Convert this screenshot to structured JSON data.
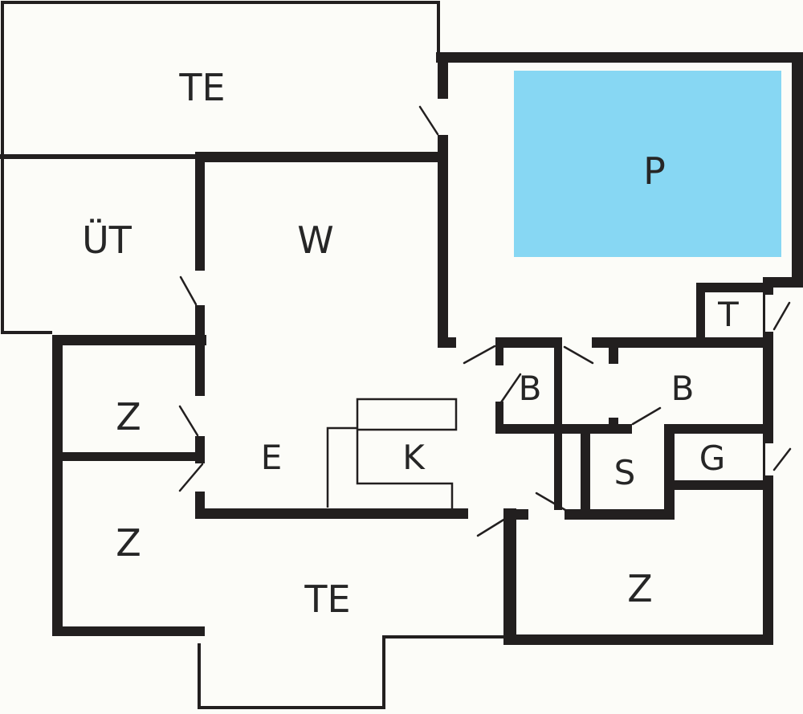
{
  "palette": {
    "background": "#fcfcf8",
    "wall": "#221f1f",
    "label": "#262626"
  },
  "pool": {
    "color": "#87d7f3"
  },
  "rooms": {
    "terrace_top": {
      "label": "TE"
    },
    "covered_terrace": {
      "label": "ÜT"
    },
    "living": {
      "label": "W"
    },
    "pool_room": {
      "label": "P"
    },
    "bedroom1": {
      "label": "Z"
    },
    "bedroom2": {
      "label": "Z"
    },
    "entry": {
      "label": "E"
    },
    "kitchen": {
      "label": "K"
    },
    "bath1": {
      "label": "B"
    },
    "bath2": {
      "label": "B"
    },
    "sauna": {
      "label": "S"
    },
    "guest_wc": {
      "label": "G"
    },
    "tech": {
      "label": "T"
    },
    "terrace_bottom": {
      "label": "TE"
    },
    "bedroom3": {
      "label": "Z"
    }
  }
}
